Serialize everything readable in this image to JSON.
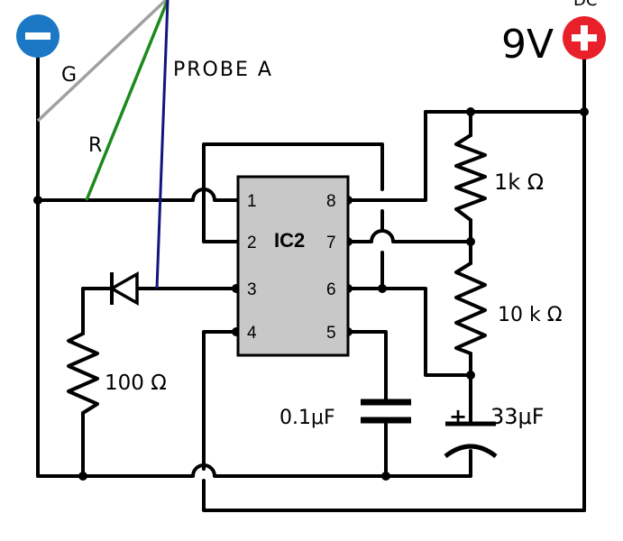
{
  "terminals": {
    "negative": {
      "symbol": "−",
      "color": "#1b78c4"
    },
    "positive": {
      "symbol": "+",
      "color": "#e8202a"
    },
    "supply_label": "9V",
    "corner_label": "DC"
  },
  "probes": {
    "probe_a_label": "PROBE A",
    "g_label": "G",
    "r_label": "R",
    "colors": {
      "g": "#a0a0a0",
      "r": "#1c8a1c",
      "probe_a": "#141480"
    }
  },
  "ic": {
    "label": "IC2",
    "fill": "#c8c8c8",
    "pins_left": [
      "1",
      "2",
      "3",
      "4"
    ],
    "pins_right": [
      "8",
      "7",
      "6",
      "5"
    ]
  },
  "components": {
    "r1": "1k Ω",
    "r2": "10 k Ω",
    "r3": "100 Ω",
    "c1": "0.1μF",
    "c2": "33μF",
    "c2_polarity": "+"
  }
}
